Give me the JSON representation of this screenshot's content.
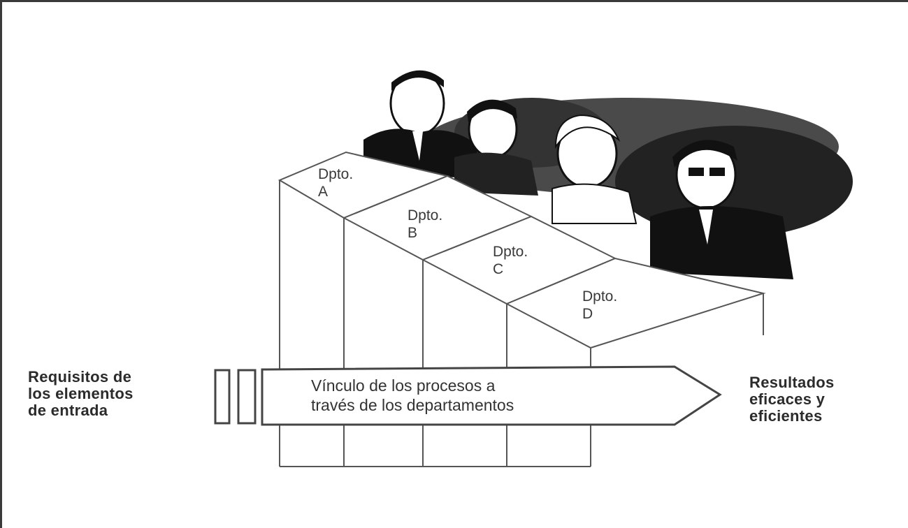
{
  "diagram": {
    "departments": [
      {
        "line1": "Dpto.",
        "line2": "A"
      },
      {
        "line1": "Dpto.",
        "line2": "B"
      },
      {
        "line1": "Dpto.",
        "line2": "C"
      },
      {
        "line1": "Dpto.",
        "line2": "D"
      }
    ],
    "inputs_label": [
      "Requisitos de",
      "los elementos",
      "de entrada"
    ],
    "process_label": [
      "Vínculo de los procesos a",
      "través de los departamentos"
    ],
    "outputs_label": [
      "Resultados",
      "eficaces y",
      "eficientes"
    ]
  }
}
